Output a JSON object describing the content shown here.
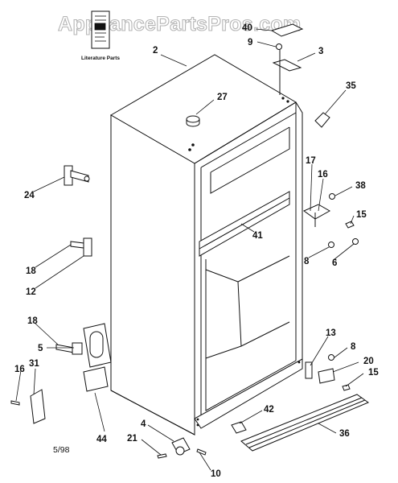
{
  "watermark": "AppliancePartsPros.com",
  "literature_label": "Literature Parts",
  "date_code": "5/98",
  "callouts": {
    "c2": "2",
    "c27": "27",
    "c40": "40",
    "c9": "9",
    "c3": "3",
    "c35": "35",
    "c17": "17",
    "c16": "16",
    "c38": "38",
    "c15a": "15",
    "c41": "41",
    "c8a": "8",
    "c6": "6",
    "c24": "24",
    "c18a": "18",
    "c12": "12",
    "c18b": "18",
    "c5": "5",
    "c31": "31",
    "c16b": "16",
    "c44": "44",
    "c13": "13",
    "c8b": "8",
    "c20": "20",
    "c15b": "15",
    "c42": "42",
    "c36": "36",
    "c4": "4",
    "c21": "21",
    "c10": "10"
  }
}
